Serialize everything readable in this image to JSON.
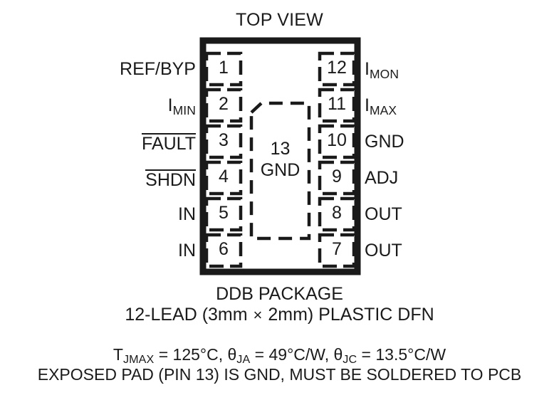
{
  "figure": {
    "view_title": "TOP VIEW",
    "package_name": "DDB PACKAGE",
    "lead_description_pre": "12-LEAD (3mm ",
    "lead_description_times": "×",
    "lead_description_post": " 2mm) PLASTIC DFN",
    "thermal": {
      "tjmax_symbol": "T",
      "tjmax_sub": "JMAX",
      "tjmax_value": " = 125°C, ",
      "theta_ja_symbol": "θ",
      "theta_ja_sub": "JA",
      "theta_ja_value": " = 49°C/W, ",
      "theta_jc_symbol": "θ",
      "theta_jc_sub": "JC",
      "theta_jc_value": " = 13.5°C/W"
    },
    "exposed_pad_note": "EXPOSED PAD (PIN 13) IS GND, MUST BE SOLDERED TO PCB"
  },
  "exposed_pad": {
    "number": "13",
    "name": "GND"
  },
  "pins_left": [
    {
      "number": "1",
      "label": "REF/BYP",
      "sub": "",
      "overline": false
    },
    {
      "number": "2",
      "label": "I",
      "sub": "MIN",
      "overline": false
    },
    {
      "number": "3",
      "label": "FAULT",
      "sub": "",
      "overline": true
    },
    {
      "number": "4",
      "label": "SHDN",
      "sub": "",
      "overline": true
    },
    {
      "number": "5",
      "label": "IN",
      "sub": "",
      "overline": false
    },
    {
      "number": "6",
      "label": "IN",
      "sub": "",
      "overline": false
    }
  ],
  "pins_right": [
    {
      "number": "12",
      "label": "I",
      "sub": "MON",
      "overline": false
    },
    {
      "number": "11",
      "label": "I",
      "sub": "MAX",
      "overline": false
    },
    {
      "number": "10",
      "label": "GND",
      "sub": "",
      "overline": false
    },
    {
      "number": "9",
      "label": "ADJ",
      "sub": "",
      "overline": false
    },
    {
      "number": "8",
      "label": "OUT",
      "sub": "",
      "overline": false
    },
    {
      "number": "7",
      "label": "OUT",
      "sub": "",
      "overline": false
    }
  ],
  "colors": {
    "ink": "#1a1a1a",
    "background": "#ffffff"
  }
}
